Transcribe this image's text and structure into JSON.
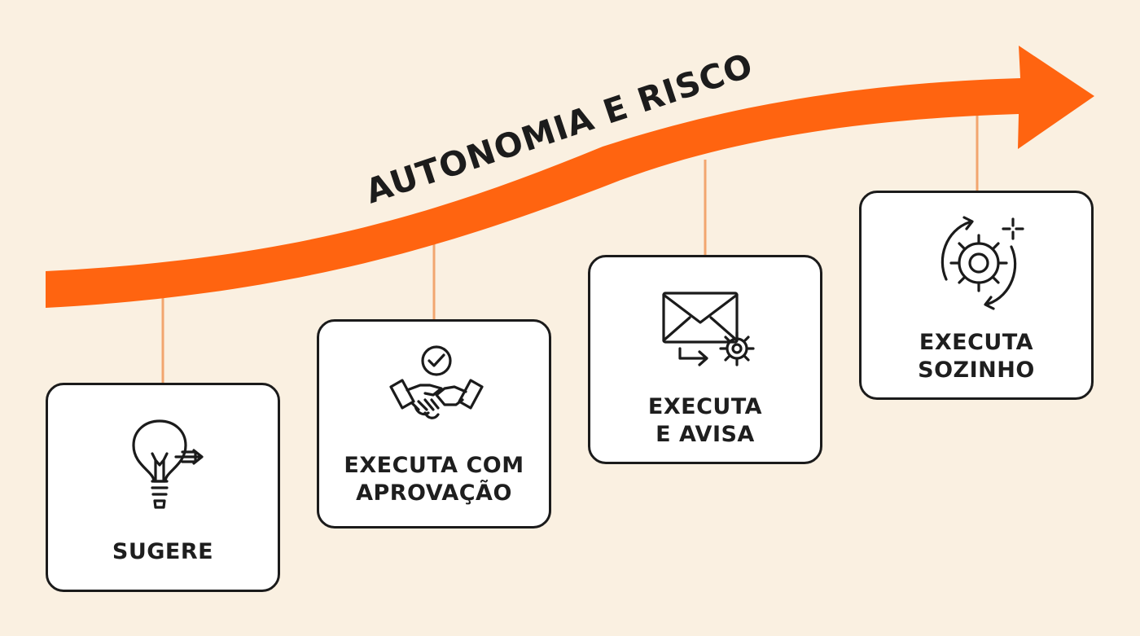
{
  "arrow": {
    "label": "AUTONOMIA E RISCO",
    "color": "#FF6410"
  },
  "connector_color": "#F2A66F",
  "levels": [
    {
      "label": "SUGERE",
      "icon": "lightbulb-arrow-icon"
    },
    {
      "label": "EXECUTA COM\nAPROVAÇÃO",
      "icon": "handshake-check-icon"
    },
    {
      "label": "EXECUTA\nE AVISA",
      "icon": "envelope-gear-icon"
    },
    {
      "label": "EXECUTA\nSOZINHO",
      "icon": "gear-cycle-icon"
    }
  ]
}
